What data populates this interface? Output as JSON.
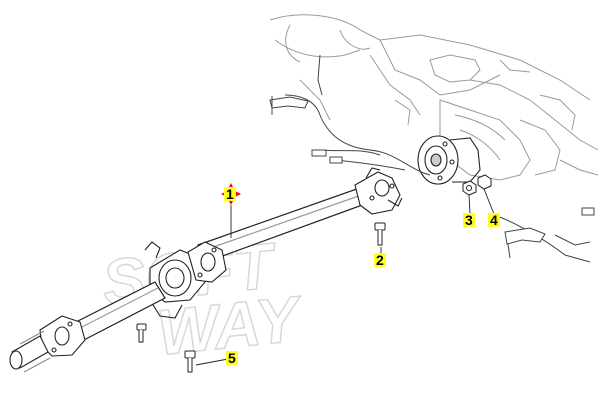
{
  "watermark": {
    "line1": "SOFT",
    "line2": "WAY"
  },
  "callouts": [
    {
      "id": "1",
      "label": "1",
      "highlight": "#ffff22",
      "marker_color": "#ff0000"
    },
    {
      "id": "2",
      "label": "2",
      "highlight": "#ffff22"
    },
    {
      "id": "3",
      "label": "3",
      "highlight": "#ffff22"
    },
    {
      "id": "4",
      "label": "4",
      "highlight": "#ffff22"
    },
    {
      "id": "5",
      "label": "5",
      "highlight": "#ffff22"
    }
  ],
  "colors": {
    "line": "#222222",
    "faint": "#9a9a9a",
    "watermark": "#e2e2e2"
  }
}
